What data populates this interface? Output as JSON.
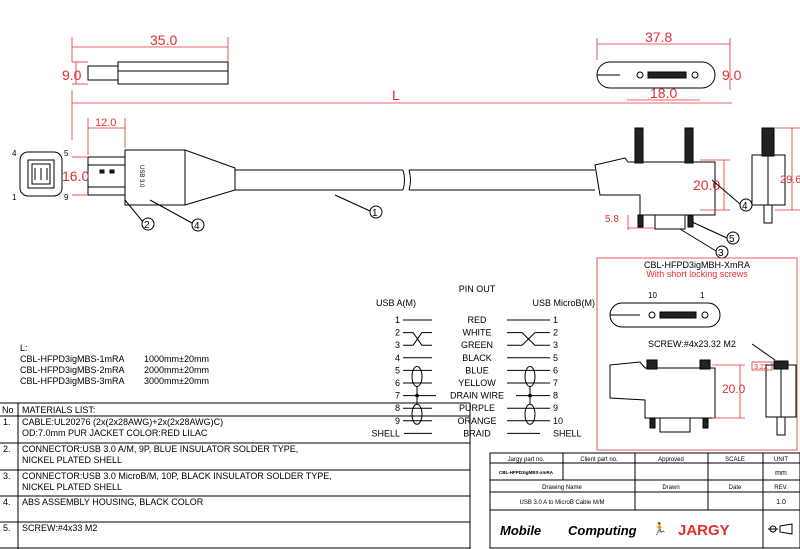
{
  "dimensions": {
    "plug_a_length": "35.0",
    "plug_a_height": "9.0",
    "plug_b_length": "37.8",
    "plug_b_height": "9.0",
    "plug_b_pin_span": "18.0",
    "cable_length": "L",
    "plug_a_tip": "12.0",
    "plug_a_width": "16.0",
    "plug_b_body_height": "20.0",
    "plug_b_total_height": "29.6",
    "plug_b_tongue": "5.8",
    "screw_head": "3.22"
  },
  "pin_labels": {
    "a_top_left": "4",
    "a_top_right": "5",
    "a_bottom_left": "1",
    "a_bottom_right": "9",
    "b_left": "10",
    "b_right": "1"
  },
  "callouts": [
    "1",
    "2",
    "4",
    "4",
    "5",
    "3"
  ],
  "length_table": {
    "heading": "L:",
    "rows": [
      {
        "part": "CBL-HFPD3igMBS-1mRA",
        "length": "1000mm±20mm"
      },
      {
        "part": "CBL-HFPD3igMBS-2mRA",
        "length": "2000mm±20mm"
      },
      {
        "part": "CBL-HFPD3igMBS-3mRA",
        "length": "3000mm±20mm"
      }
    ]
  },
  "pinout": {
    "title": "PIN OUT",
    "left_header": "USB A(M)",
    "right_header": "USB MicroB(M)",
    "rows": [
      {
        "a": "1",
        "wire": "RED",
        "b": "1"
      },
      {
        "a": "2",
        "wire": "WHITE",
        "b": "2"
      },
      {
        "a": "3",
        "wire": "GREEN",
        "b": "3"
      },
      {
        "a": "4",
        "wire": "BLACK",
        "b": "5"
      },
      {
        "a": "5",
        "wire": "BLUE",
        "b": "6"
      },
      {
        "a": "6",
        "wire": "YELLOW",
        "b": "7"
      },
      {
        "a": "7",
        "wire": "DRAIN WIRE",
        "b": "8"
      },
      {
        "a": "8",
        "wire": "PURPLE",
        "b": "9"
      },
      {
        "a": "9",
        "wire": "ORANGE",
        "b": "10"
      },
      {
        "a": "SHELL",
        "wire": "BRAID",
        "b": "SHELL"
      }
    ]
  },
  "variant": {
    "title": "CBL-HFPD3igMBH-XmRA",
    "subtitle": "With short locking screws",
    "screw": "SCREW:#4x23.32 M2",
    "height": "20.0",
    "screw_head": "3.22",
    "pin_left": "10",
    "pin_right": "1"
  },
  "materials": {
    "no_header": "No",
    "header": "MATERIALS LIST:",
    "items": [
      {
        "no": "1.",
        "line1": "CABLE:UL20276 (2x(2x28AWG)+2x(2x28AWG)C)",
        "line2": "OD:7.0mm  PUR JACKET COLOR:RED LILAC"
      },
      {
        "no": "2.",
        "line1": "CONNECTOR:USB 3.0 A/M, 9P, BLUE INSULATOR SOLDER TYPE,",
        "line2": "NICKEL PLATED SHELL"
      },
      {
        "no": "3.",
        "line1": "CONNECTOR:USB 3.0 MicroB/M, 10P, BLACK INSULATOR SOLDER TYPE,",
        "line2": "NICKEL PLATED SHELL"
      },
      {
        "no": "4.",
        "line1": "ABS ASSEMBLY HOUSING, BLACK COLOR",
        "line2": ""
      },
      {
        "no": "5.",
        "line1": "SCREW:#4x33 M2",
        "line2": ""
      }
    ]
  },
  "title_block": {
    "jargy_part_label": "Jargy part no.",
    "client_part_label": "Client part no.",
    "approved_label": "Approved",
    "scale_label": "SCALE",
    "unit_label": "UNIT",
    "jargy_part": "CBL-HFPD3igMBS-xmRA",
    "unit": "mm",
    "drawing_name_label": "Drawing Name",
    "drawn_label": "Drawn",
    "date_label": "Date",
    "rev_label": "REV.",
    "drawing_name": "USB 3.0 A to MicroB Cable M/M",
    "rev": "1.0",
    "logo_mobile": "Mobile",
    "logo_computing": "Computing",
    "logo_jargy": "JARGY"
  },
  "colors": {
    "dimension": "#e03030",
    "line": "#000000"
  }
}
